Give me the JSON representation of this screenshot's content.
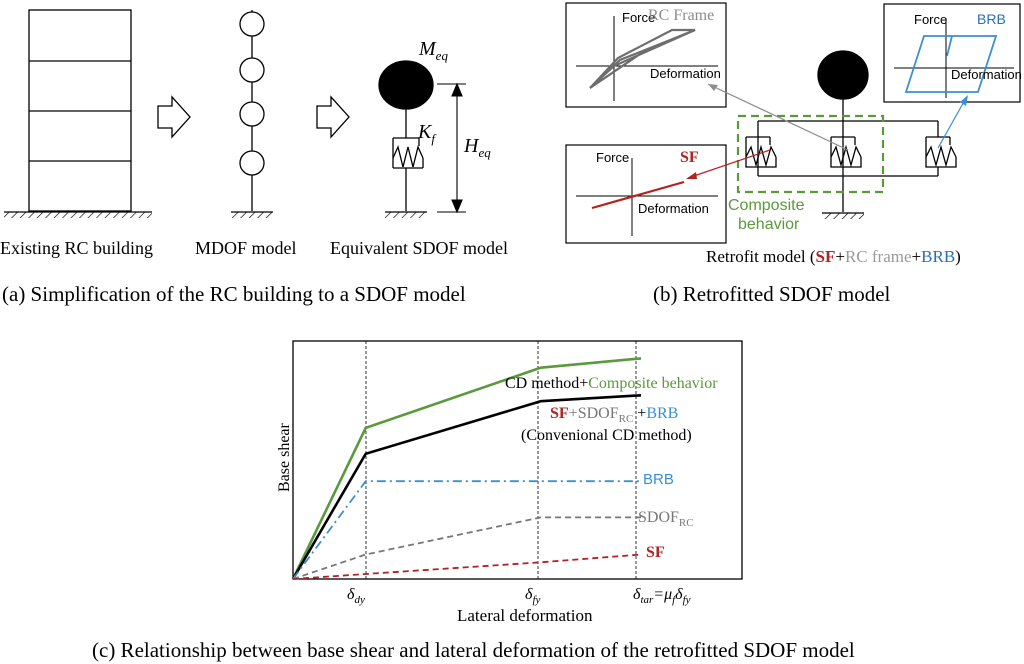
{
  "colors": {
    "sf": "#b22222",
    "rc": "#8c8c8c",
    "brb": "#3b8fd4",
    "composite": "#5a9a3c",
    "black": "#000000"
  },
  "panel_a": {
    "caption": "(a) Simplification of the RC building to a SDOF model",
    "existing_label": "Existing RC building",
    "mdof_label": "MDOF model",
    "sdof_label": "Equivalent SDOF model",
    "mass_symbol": "M",
    "mass_sub": "eq",
    "stiffness_symbol": "K",
    "stiffness_sub": "f",
    "height_symbol": "H",
    "height_sub": "eq"
  },
  "panel_b": {
    "caption": "(b) Retrofitted SDOF model",
    "force_label": "Force",
    "deformation_label": "Deformation",
    "rc_frame_label": "RC Frame",
    "brb_label": "BRB",
    "sf_label": "SF",
    "composite_line1": "Composite",
    "composite_line2": "behavior",
    "retrofit_prefix": "Retrofit model (",
    "retrofit_sf": "SF",
    "retrofit_plus1": "+",
    "retrofit_rc": "RC frame",
    "retrofit_plus2": "+",
    "retrofit_brb": "BRB",
    "retrofit_suffix": ")"
  },
  "panel_c": {
    "caption": "(c) Relationship between base shear and lateral deformation of the retrofitted SDOF model",
    "ylabel": "Base shear",
    "xlabel": "Lateral deformation",
    "cd_prefix": "CD method+",
    "cd_composite": "Composite behavior",
    "conv_sf": "SF",
    "conv_plus1": "+SDOF",
    "conv_rc_sub": "RC",
    "conv_plus2": " +",
    "conv_brb": "BRB",
    "conv_note": "(Convenional CD method)",
    "legend_brb": "BRB",
    "legend_sdof": "SDOF",
    "legend_sdof_sub": "RC",
    "legend_sf": "SF",
    "tick_dy_main": "δ",
    "tick_dy_sub": "dy",
    "tick_fy_main": "δ",
    "tick_fy_sub": "fy",
    "tick_tar_main": "δ",
    "tick_tar_sub": "tar",
    "tick_tar_eq": "=μ",
    "tick_tar_mu_sub": "f",
    "tick_tar_end": "δ",
    "tick_tar_end_sub": "fy"
  },
  "chart_data": {
    "type": "line",
    "xlabel": "Lateral deformation",
    "ylabel": "Base shear",
    "x_ticks": [
      "δdy",
      "δfy",
      "δtar=μfδfy"
    ],
    "series": [
      {
        "name": "CD method+Composite behavior",
        "color": "#5a9a3c",
        "style": "solid",
        "x": [
          0,
          0.162,
          0.552,
          0.775
        ],
        "y": [
          0,
          0.635,
          0.888,
          0.927
        ]
      },
      {
        "name": "SF+SDOFRC+BRB (Convenional CD method)",
        "color": "#000000",
        "style": "solid",
        "x": [
          0,
          0.162,
          0.552,
          0.775
        ],
        "y": [
          0,
          0.526,
          0.747,
          0.772
        ]
      },
      {
        "name": "BRB",
        "color": "#3b8fd4",
        "style": "dashdot",
        "x": [
          0,
          0.162,
          0.552,
          0.775
        ],
        "y": [
          0,
          0.411,
          0.411,
          0.411
        ]
      },
      {
        "name": "SDOFRC",
        "color": "#777777",
        "style": "dashed",
        "x": [
          0,
          0.162,
          0.552,
          0.775
        ],
        "y": [
          0,
          0.103,
          0.259,
          0.259
        ]
      },
      {
        "name": "SF",
        "color": "#b22222",
        "style": "dashed",
        "x": [
          0,
          0.162,
          0.552,
          0.775
        ],
        "y": [
          0,
          0.021,
          0.07,
          0.103
        ]
      }
    ],
    "xlim": [
      0,
      1
    ],
    "ylim": [
      0,
      1
    ],
    "grid": false
  }
}
